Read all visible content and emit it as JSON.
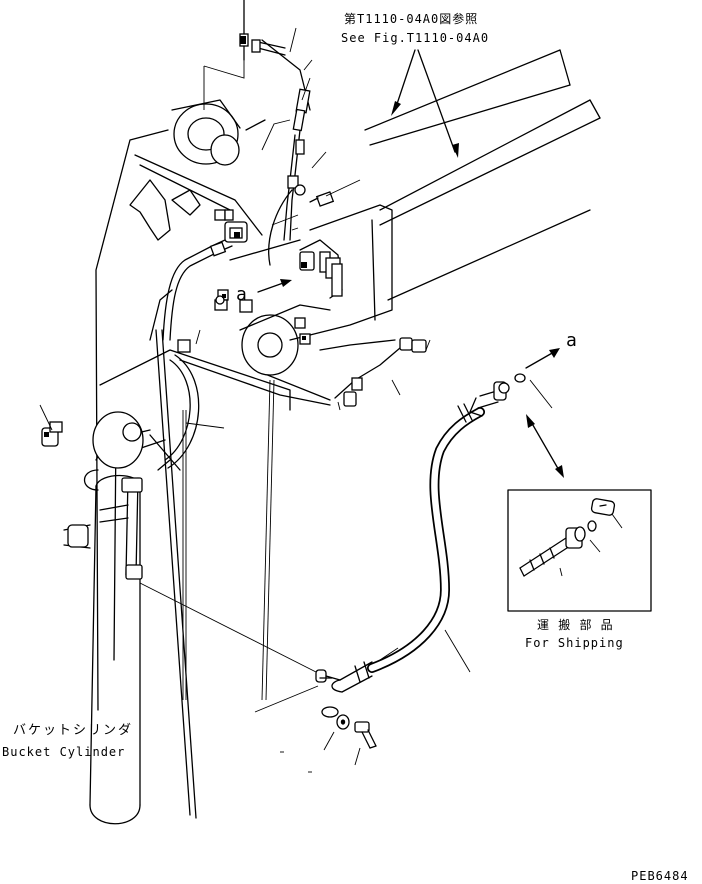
{
  "diagram": {
    "reference_jp": "第T1110-04A0図参照",
    "reference_en": "See Fig.T1110-04A0",
    "marker_a": "a",
    "marker_a_arrow": "a",
    "shipping_jp": "運 搬 部 品",
    "shipping_en": "For Shipping",
    "cylinder_jp": "バケットシリンダ",
    "cylinder_en": "Bucket Cylinder",
    "drawing_number": "PEB6484"
  }
}
